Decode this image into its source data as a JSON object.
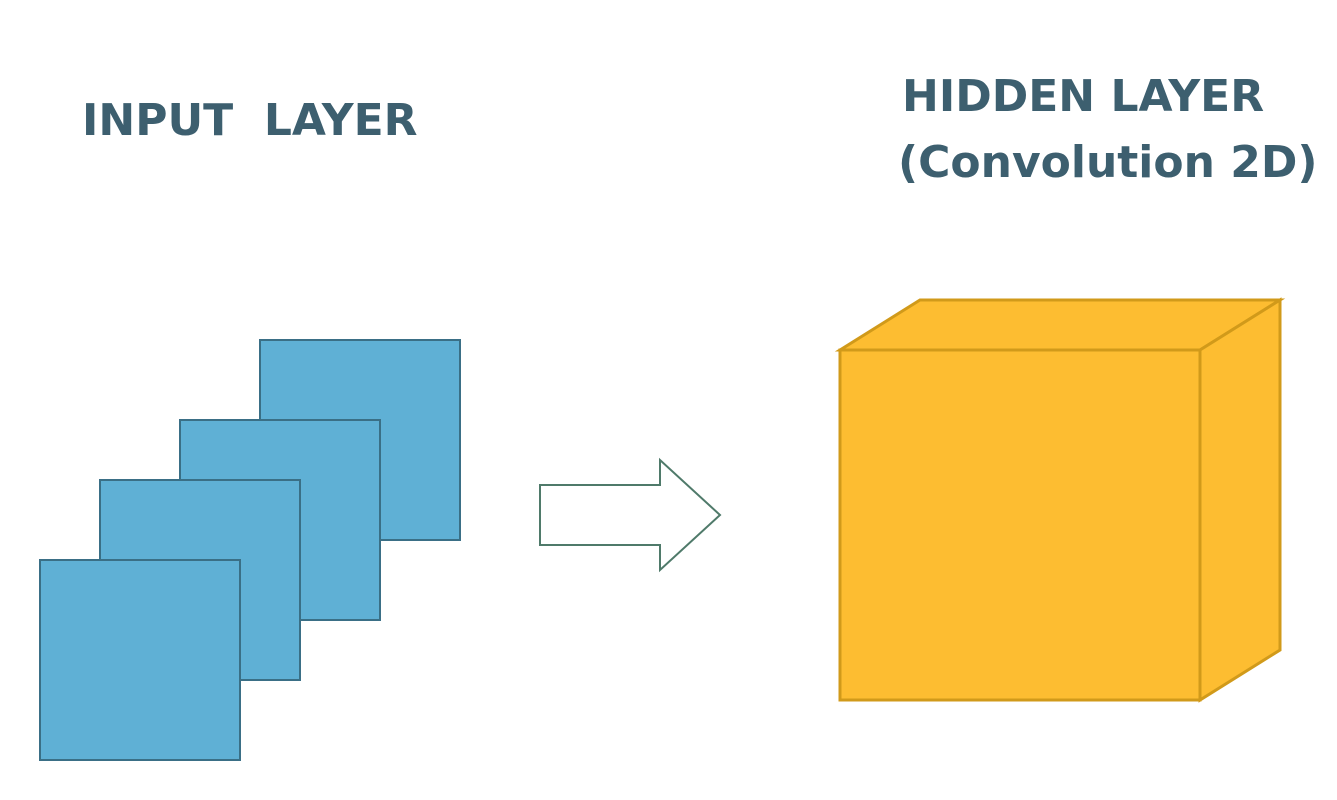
{
  "input_layer": {
    "title": "INPUT  LAYER",
    "channel_count": 4,
    "fill": "#5fb0d5",
    "stroke": "#3a6f86"
  },
  "hidden_layer": {
    "title": "HIDDEN LAYER",
    "subtitle": "(Convolution 2D)",
    "fill": "#fdbd31",
    "stroke": "#d19a1a"
  },
  "arrow": {
    "icon": "right-arrow-icon",
    "fill": "#ffffff",
    "stroke": "#4f7a6a"
  },
  "text_color": "#3d5f6f"
}
